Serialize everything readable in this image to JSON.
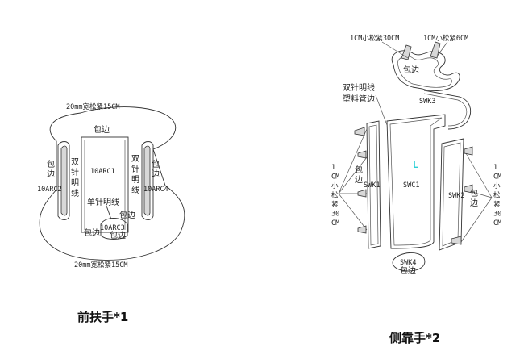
{
  "front_armrest": {
    "top_label": "20mm宽松紧15CM",
    "bottom_label": "20mm宽松紧15CM",
    "binding_top": "包边",
    "left_binding": "包边",
    "left_code": "10ARC2",
    "left_stitch": "双针明线",
    "center_code": "10ARC1",
    "right_stitch": "双针明线",
    "right_binding": "包边",
    "right_code": "10ARC4",
    "single_stitch": "单针明线",
    "bottom_binding_right": "包边",
    "bottom_code": "10ARC3",
    "bottom_binding_left": "包边",
    "bottom_binding_center": "包边",
    "caption": "前扶手*1"
  },
  "side_armrest": {
    "top_left_label": "1CM小松紧30CM",
    "top_right_label": "1CM小松紧6CM",
    "top_binding": "包边",
    "stitch_line1": "双针明线",
    "stitch_line2": "塑料管边",
    "swk3": "SWK3",
    "left_elastic": [
      "1",
      "CM",
      "小",
      "松",
      "紧",
      "30",
      "CM"
    ],
    "left_binding": "包边",
    "swk1": "SWK1",
    "swc1": "SWC1",
    "center_mark": "L",
    "swk2": "SWK2",
    "right_binding": "包边",
    "right_elastic": [
      "1",
      "CM",
      "小",
      "松",
      "紧",
      "30",
      "CM"
    ],
    "swk4": "SWK4",
    "bottom_binding": "包边",
    "caption": "侧靠手*2"
  },
  "colors": {
    "accent_cyan": "#2bd0d6"
  }
}
